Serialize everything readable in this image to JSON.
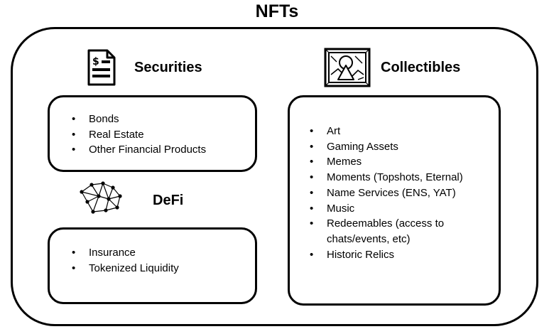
{
  "title": "NFTs",
  "sections": {
    "securities": {
      "heading": "Securities",
      "icon": "dollar-document-icon",
      "items": [
        "Bonds",
        "Real Estate",
        "Other Financial Products"
      ]
    },
    "defi": {
      "heading": "DeFi",
      "icon": "network-mesh-icon",
      "items": [
        "Insurance",
        "Tokenized Liquidity"
      ]
    },
    "collectibles": {
      "heading": "Collectibles",
      "icon": "framed-art-icon",
      "items": [
        "Art",
        "Gaming Assets",
        "Memes",
        "Moments (Topshots, Eternal)",
        "Name Services (ENS, YAT)",
        "Music",
        "Redeemables (access to",
        "chats/events, etc)",
        "Historic Relics"
      ]
    }
  },
  "colors": {
    "stroke": "#000000",
    "background": "#ffffff"
  }
}
